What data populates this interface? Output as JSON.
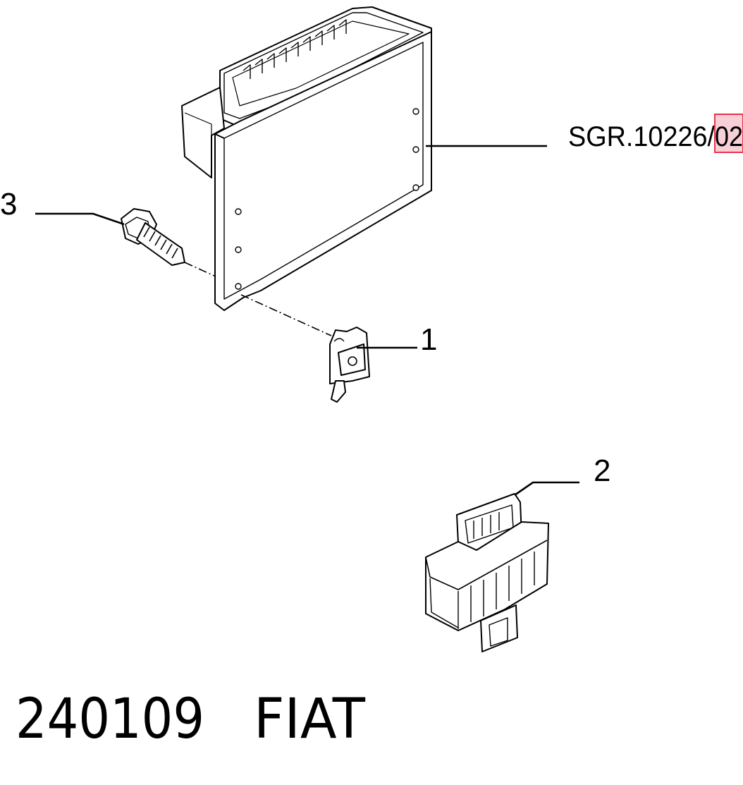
{
  "diagram": {
    "callouts": {
      "part_1": "1",
      "part_2": "2",
      "part_3": "3"
    },
    "reference": {
      "prefix": "SGR.10226/",
      "highlighted_suffix": "02",
      "highlight_color": "#e8334a"
    }
  },
  "footer": {
    "code": "240109",
    "brand": "FIAT"
  }
}
